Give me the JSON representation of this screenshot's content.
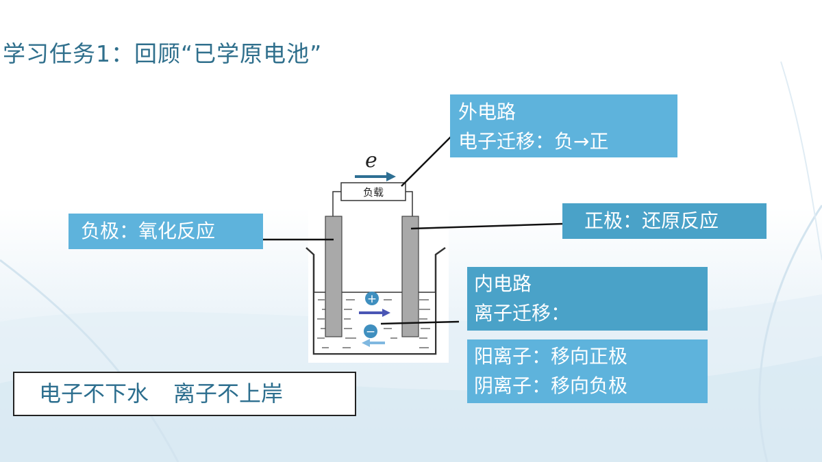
{
  "title": "学习任务1：回顾“已学原电池”",
  "outer_circuit": {
    "heading": "外电路",
    "text": "电子迁移：负→正"
  },
  "negative_electrode": "负极：氧化反应",
  "positive_electrode": "正极：还原反应",
  "inner_circuit": {
    "heading": "内电路",
    "text": "离子迁移："
  },
  "ion_migration": {
    "cation": "阳离子：移向正极",
    "anion": "阴离子：移向负极"
  },
  "slogan": {
    "part1": "电子不下水",
    "part2": "离子不上岸"
  },
  "apparatus": {
    "load_label": "负载",
    "electron_symbol": "e",
    "cation_symbol": "+",
    "anion_symbol": "−"
  },
  "colors": {
    "box": "#5eb3dc",
    "box_dark": "#4aa2c8",
    "title": "#2f6f8c",
    "electrode": "#a9a9a9",
    "arrow": "#2e6f93"
  }
}
